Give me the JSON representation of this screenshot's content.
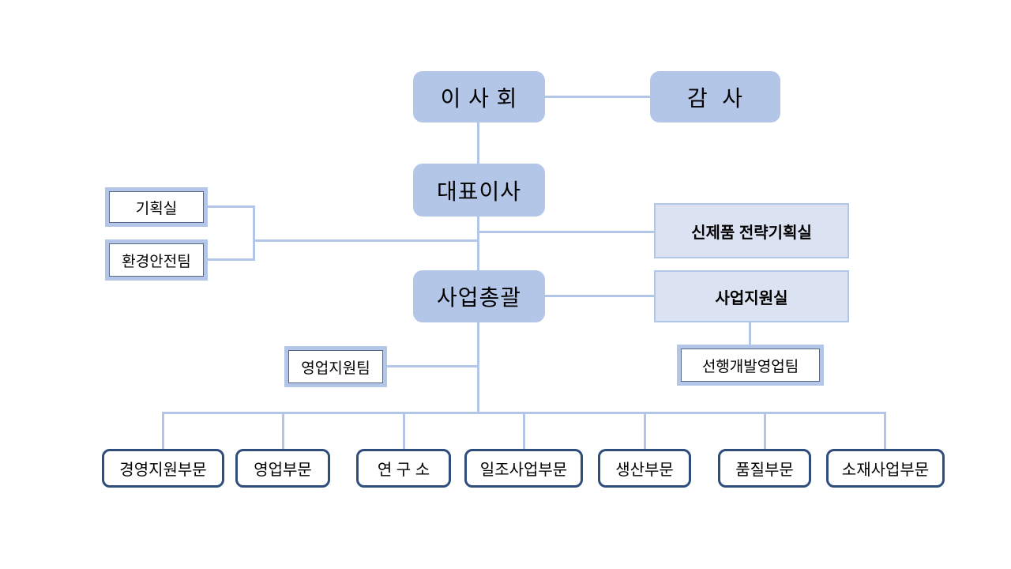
{
  "org": {
    "board": {
      "label": "이 사 회"
    },
    "auditor": {
      "label": "감  사"
    },
    "ceo": {
      "label": "대표이사"
    },
    "planning_office": {
      "label": "기획실"
    },
    "environment_safety_team": {
      "label": "환경안전팀"
    },
    "new_product_strategy_office": {
      "label": "신제품 전략기획실"
    },
    "business_head": {
      "label": "사업총괄"
    },
    "business_support_office": {
      "label": "사업지원실"
    },
    "sales_support_team": {
      "label": "영업지원팀"
    },
    "advanced_development_sales_team": {
      "label": "선행개발영업팀"
    },
    "divisions": [
      "경영지원부문",
      "영업부문",
      "연 구 소",
      "일조사업부문",
      "생산부문",
      "품질부문",
      "소재사업부문"
    ],
    "edges": [
      [
        "이 사 회",
        "감  사"
      ],
      [
        "이 사 회",
        "대표이사"
      ],
      [
        "대표이사",
        "기획실"
      ],
      [
        "대표이사",
        "환경안전팀"
      ],
      [
        "대표이사",
        "신제품 전략기획실"
      ],
      [
        "대표이사",
        "사업총괄"
      ],
      [
        "사업총괄",
        "사업지원실"
      ],
      [
        "사업지원실",
        "선행개발영업팀"
      ],
      [
        "사업총괄",
        "영업지원팀"
      ],
      [
        "사업총괄",
        "경영지원부문"
      ],
      [
        "사업총괄",
        "영업부문"
      ],
      [
        "사업총괄",
        "연 구 소"
      ],
      [
        "사업총괄",
        "일조사업부문"
      ],
      [
        "사업총괄",
        "생산부문"
      ],
      [
        "사업총괄",
        "품질부문"
      ],
      [
        "사업총괄",
        "소재사업부문"
      ]
    ],
    "colors": {
      "exec_fill": "#b4c6e7",
      "staff_fill": "#dbe3f2",
      "staff_border": "#b4c6e7",
      "team_outer_border": "#b4c6e7",
      "team_inner_border": "#5a6782",
      "division_border": "#2e4d7b",
      "connector": "#b4c6e7",
      "background": "#ffffff",
      "text": "#000000"
    }
  }
}
